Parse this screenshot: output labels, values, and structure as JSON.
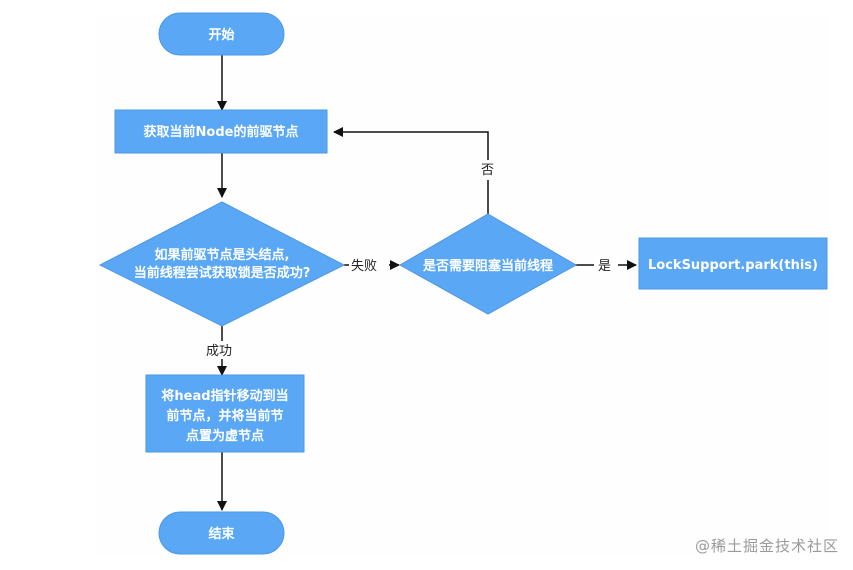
{
  "diagram": {
    "nodes": {
      "start": "开始",
      "get_predecessor": "获取当前Node的前驱节点",
      "check_head_line1": "如果前驱节点是头结点,",
      "check_head_line2": "当前线程尝试获取锁是否成功?",
      "need_block": "是否需要阻塞当前线程",
      "park": "LockSupport.park(this)",
      "set_head_line1": "将head指针移动到当",
      "set_head_line2": "前节点，并将当前节",
      "set_head_line3": "点置为虚节点",
      "end": "结束"
    },
    "edges": {
      "fail": "失败",
      "no": "否",
      "yes": "是",
      "success": "成功"
    }
  },
  "watermark": "@稀土掘金技术社区",
  "colors": {
    "node_fill": "#5aa8f5",
    "node_stroke": "#4c97e3",
    "edge": "#111111"
  }
}
